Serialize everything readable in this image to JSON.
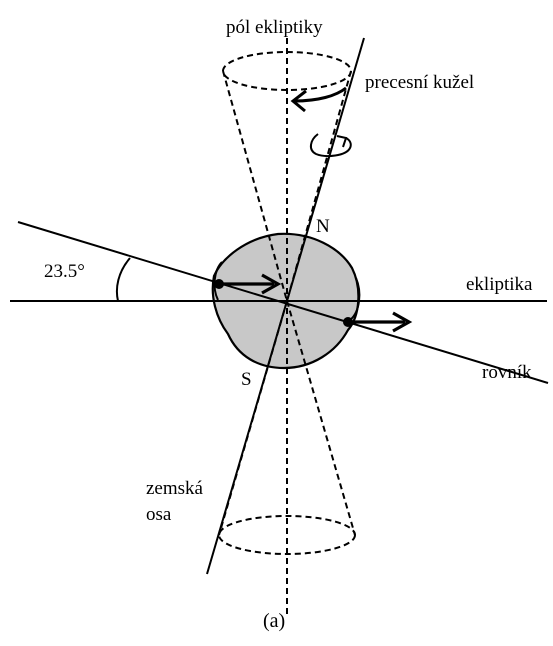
{
  "labels": {
    "ecliptic_pole": "pól ekliptiky",
    "precession_cone": "precesní kužel",
    "north": "N",
    "south": "S",
    "ecliptic": "ekliptika",
    "equator": "rovník",
    "earth_axis_line1": "zemská",
    "earth_axis_line2": "osa",
    "angle": "23.5°",
    "caption": "(a)"
  },
  "colors": {
    "earth_fill": "#c8c8c8",
    "line": "#000000",
    "background": "#ffffff"
  }
}
